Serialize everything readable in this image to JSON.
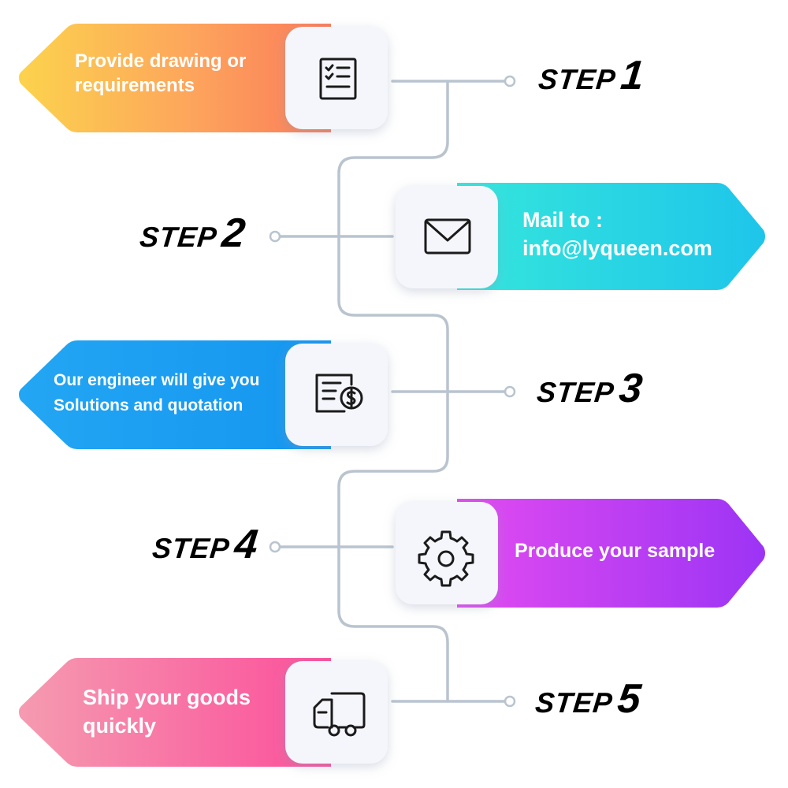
{
  "steps": [
    {
      "label": "STEP",
      "number": "1",
      "icon": "checklist-icon",
      "text": [
        "Provide drawing  or",
        "requirements"
      ],
      "colors": [
        "#fcd34d",
        "#fb7b5a"
      ]
    },
    {
      "label": "STEP",
      "number": "2",
      "icon": "mail-icon",
      "text": [
        "Mail to :",
        "info@lyqueen.com"
      ],
      "colors": [
        "#35e6dc",
        "#1ec5ea"
      ]
    },
    {
      "label": "STEP",
      "number": "3",
      "icon": "invoice-dollar-icon",
      "text": [
        "Our engineer will give you",
        "Solutions  and quotation"
      ],
      "colors": [
        "#23a6f3",
        "#1496f0"
      ]
    },
    {
      "label": "STEP",
      "number": "4",
      "icon": "gear-icon",
      "text": [
        "Produce your sample"
      ],
      "colors": [
        "#e24bf0",
        "#9c34f5"
      ]
    },
    {
      "label": "STEP",
      "number": "5",
      "icon": "delivery-truck-icon",
      "text": [
        "Ship your goods",
        "quickly"
      ],
      "colors": [
        "#f59bb0",
        "#fb4f9b"
      ]
    }
  ],
  "colors": {
    "connector": "#b9c4cf",
    "card": "#f4f6fb",
    "icon": "#1b1b1b"
  }
}
